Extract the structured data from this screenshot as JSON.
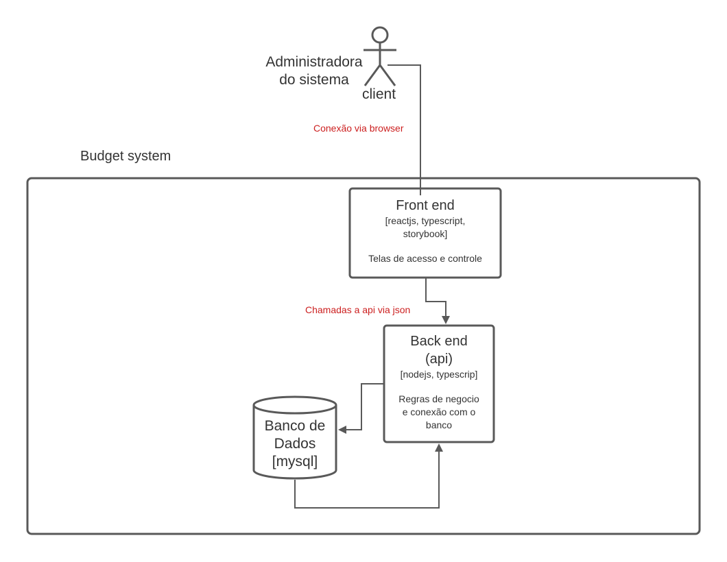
{
  "actor": {
    "role": "Administradora\ndo sistema",
    "name": "client"
  },
  "connections": {
    "browser": "Conexão via browser",
    "api_calls": "Chamadas a api via json"
  },
  "boundary": {
    "label": "Budget system"
  },
  "frontend": {
    "title": "Front end",
    "tech": "[reactjs, typescript,\nstorybook]",
    "description": "Telas de acesso e controle"
  },
  "backend": {
    "title": "Back end\n(api)",
    "tech": "[nodejs, typescrip]",
    "description": "Regras de negocio\ne conexão com o\nbanco"
  },
  "database": {
    "title": "Banco de\nDados\n[mysql]"
  },
  "colors": {
    "stroke": "#595959",
    "text": "#333333",
    "annotation": "#cc1f1f"
  }
}
